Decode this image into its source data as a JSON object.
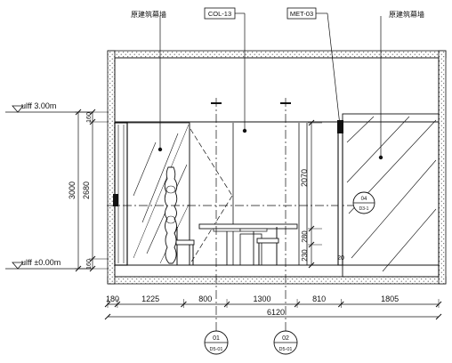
{
  "labels": {
    "curtain_wall_left": "原建筑幕墙",
    "curtain_wall_right": "原建筑幕墙",
    "tag_col": "COL-13",
    "tag_met": "MET-03"
  },
  "levels": {
    "top": "ulff 3.00m",
    "bottom": "ulff ±0.00m"
  },
  "dims_vertical_left": {
    "total": "3000",
    "inner": "2680",
    "top_small": "160",
    "bottom_small": "160"
  },
  "dims_vertical_inner": {
    "upper": "2070",
    "mid": "280",
    "lower": "230",
    "tiny": "20"
  },
  "dims_horizontal": [
    "180",
    "1225",
    "800",
    "1300",
    "810",
    "1805"
  ],
  "dim_total": "6120",
  "section_markers": [
    {
      "top": "01",
      "bottom": "D5-01"
    },
    {
      "top": "02",
      "bottom": "D5-01"
    }
  ],
  "detail_marker": {
    "top": "04",
    "bottom": "D3-1"
  },
  "colors": {
    "line": "#111111",
    "accent": "#000000"
  }
}
